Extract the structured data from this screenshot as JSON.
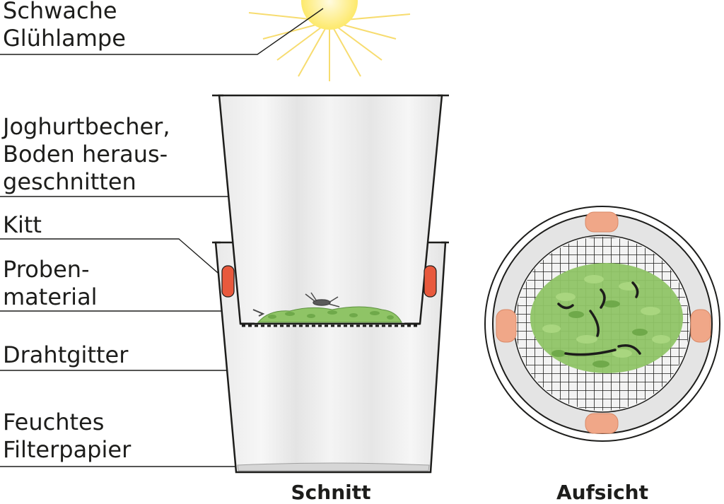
{
  "labels": {
    "lamp": "Schwache\nGlühlampe",
    "cup": "Joghurtbecher,\nBoden heraus-\ngeschnitten",
    "putty": "Kitt",
    "sample": "Proben-\nmaterial",
    "grid": "Drahtgitter",
    "paper": "Feuchtes\nFilterpapier"
  },
  "captions": {
    "section": "Schnitt",
    "top_view": "Aufsicht"
  },
  "colors": {
    "sun": "#fde96b",
    "sun_rays": "#f7dc6f",
    "putty_side": "#e8593d",
    "putty_top": "#f0a788",
    "moss": "#8fc466",
    "line": "#1d1d1b"
  }
}
